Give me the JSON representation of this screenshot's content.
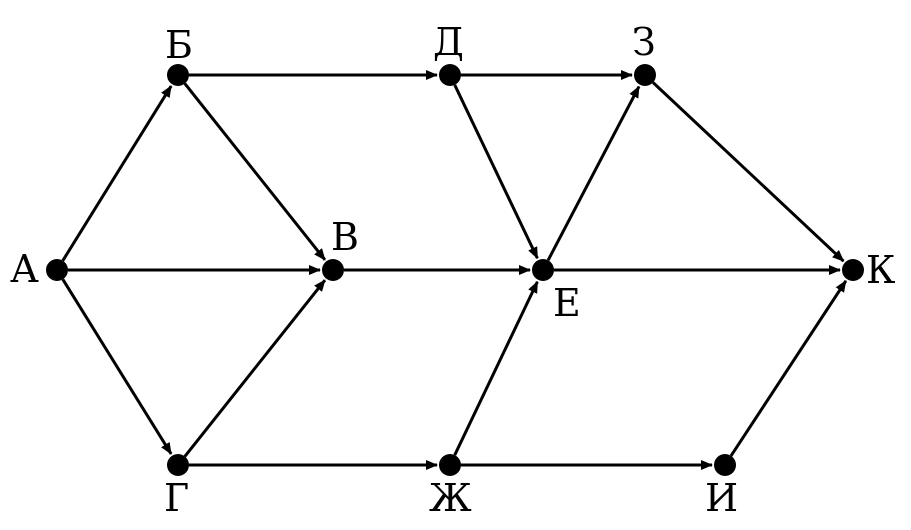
{
  "nodes": [
    {
      "id": "A",
      "label": "А"
    },
    {
      "id": "B",
      "label": "Б"
    },
    {
      "id": "V",
      "label": "В"
    },
    {
      "id": "G",
      "label": "Г"
    },
    {
      "id": "D",
      "label": "Д"
    },
    {
      "id": "E",
      "label": "Е"
    },
    {
      "id": "Zh",
      "label": "Ж"
    },
    {
      "id": "Z",
      "label": "З"
    },
    {
      "id": "I",
      "label": "И"
    },
    {
      "id": "K",
      "label": "К"
    }
  ],
  "edges": [
    {
      "from": "A",
      "to": "B"
    },
    {
      "from": "A",
      "to": "V"
    },
    {
      "from": "A",
      "to": "G"
    },
    {
      "from": "B",
      "to": "D"
    },
    {
      "from": "B",
      "to": "V"
    },
    {
      "from": "G",
      "to": "V"
    },
    {
      "from": "G",
      "to": "Zh"
    },
    {
      "from": "V",
      "to": "E"
    },
    {
      "from": "D",
      "to": "Z"
    },
    {
      "from": "D",
      "to": "E"
    },
    {
      "from": "E",
      "to": "Z"
    },
    {
      "from": "E",
      "to": "K"
    },
    {
      "from": "Zh",
      "to": "E"
    },
    {
      "from": "Zh",
      "to": "I"
    },
    {
      "from": "Z",
      "to": "K"
    },
    {
      "from": "I",
      "to": "K"
    }
  ]
}
